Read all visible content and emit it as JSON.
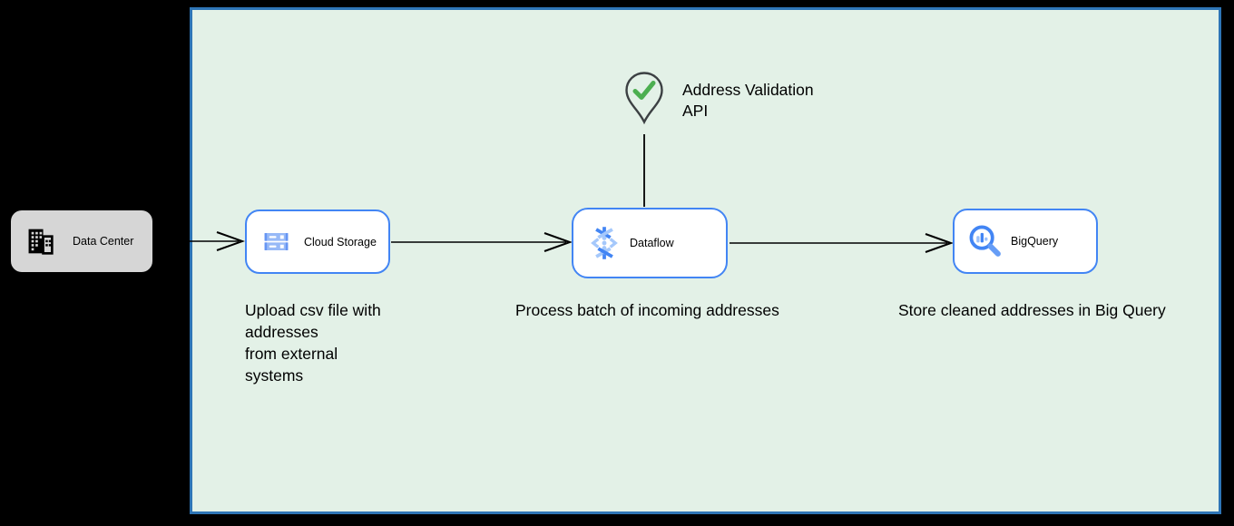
{
  "diagram": {
    "background": "#000000",
    "canvas_fill": "#e3f1e7",
    "canvas_border": "#2e75b6",
    "node_border": "#4285f4",
    "datacenter_fill": "#d6d6d6",
    "check_green": "#4caf50",
    "pin_outline": "#3c4043",
    "text_color": "#000000"
  },
  "nodes": {
    "data_center": {
      "label": "Data Center",
      "icon": "building-icon"
    },
    "cloud_storage": {
      "label": "Cloud Storage",
      "icon": "cloud-storage-icon",
      "caption": "Upload csv file with\naddresses\nfrom external\nsystems"
    },
    "dataflow": {
      "label": "Dataflow",
      "icon": "dataflow-icon",
      "caption": "Process batch of incoming addresses"
    },
    "bigquery": {
      "label": "BigQuery",
      "icon": "bigquery-icon",
      "caption": "Store cleaned addresses in Big Query"
    }
  },
  "annotation": {
    "label": "Address Validation\nAPI",
    "icon": "map-pin-check-icon"
  }
}
